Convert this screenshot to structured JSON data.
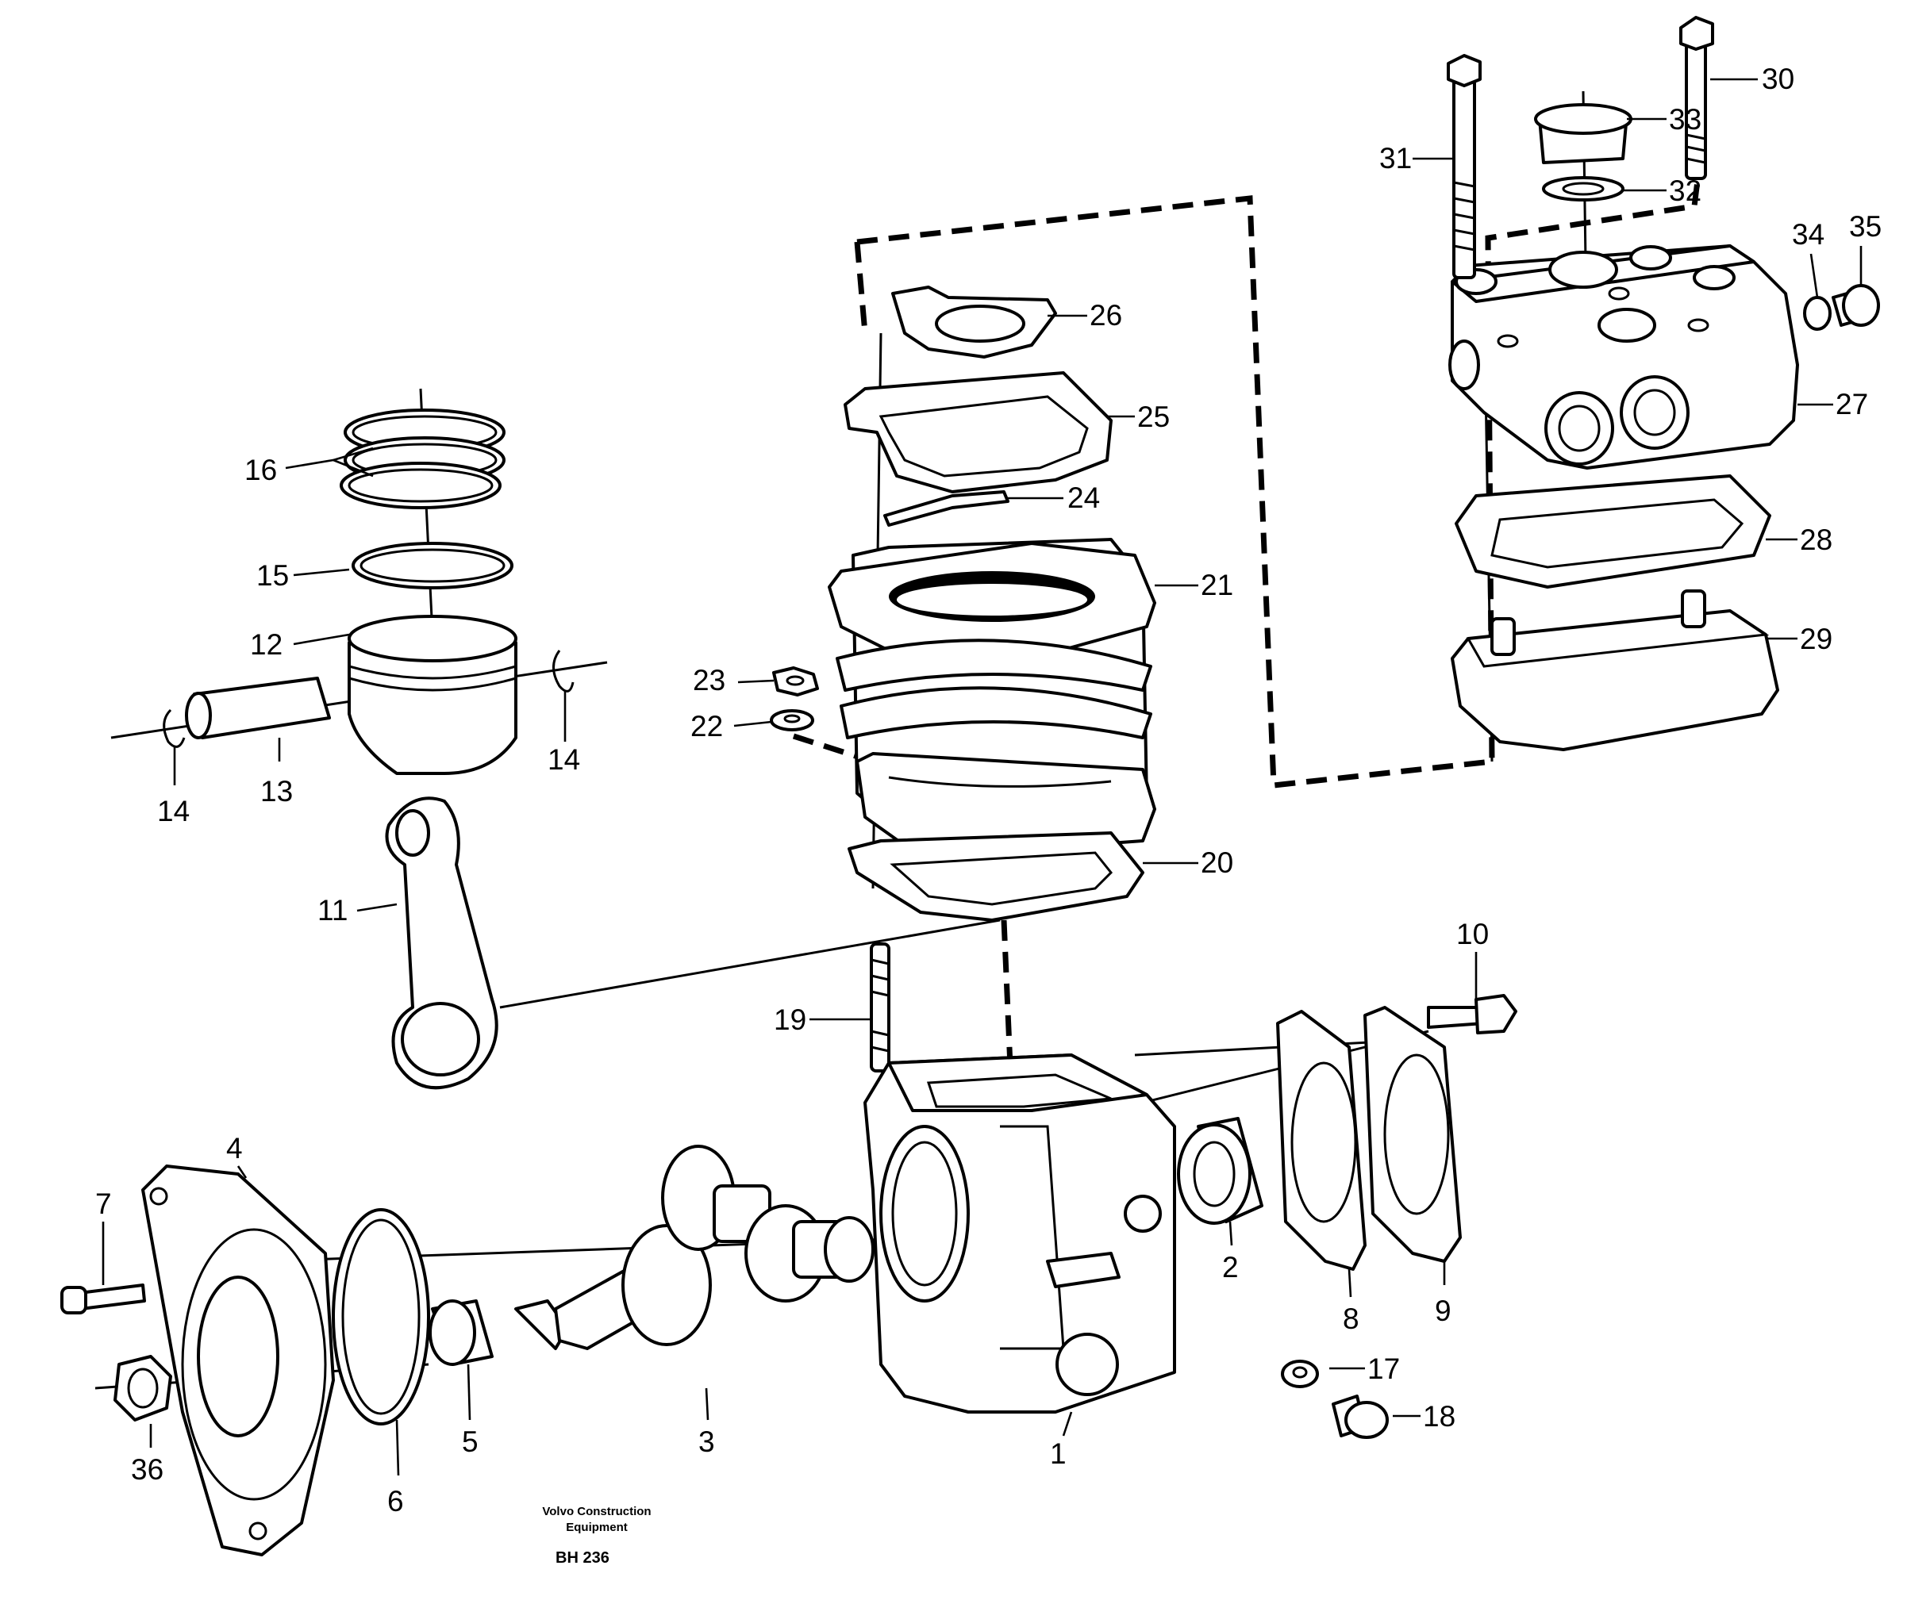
{
  "labels": {
    "l1": "1",
    "l2": "2",
    "l3": "3",
    "l4": "4",
    "l5": "5",
    "l6": "6",
    "l7": "7",
    "l8": "8",
    "l9": "9",
    "l10": "10",
    "l11": "11",
    "l12": "12",
    "l13": "13",
    "l14a": "14",
    "l14b": "14",
    "l15": "15",
    "l16": "16",
    "l17": "17",
    "l18": "18",
    "l19": "19",
    "l20": "20",
    "l21": "21",
    "l22": "22",
    "l23": "23",
    "l24": "24",
    "l25": "25",
    "l26": "26",
    "l27": "27",
    "l28": "28",
    "l29": "29",
    "l30": "30",
    "l31": "31",
    "l32": "32",
    "l33": "33",
    "l34": "34",
    "l35": "35",
    "l36": "36"
  },
  "caption": {
    "line1": "Volvo Construction",
    "line2": "Equipment",
    "code": "BH 236"
  }
}
